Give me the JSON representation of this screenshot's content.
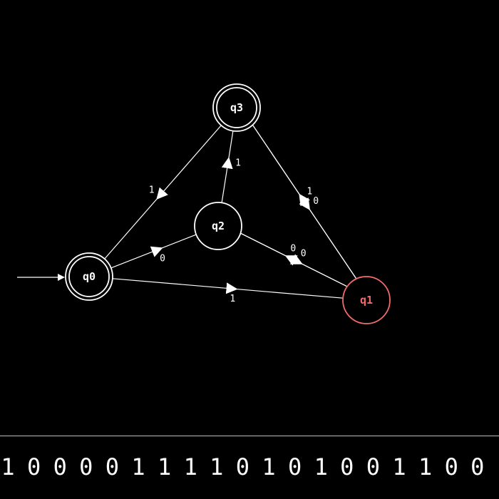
{
  "colors": {
    "background": "#000000",
    "stroke": "#ffffff",
    "active": "#f06b6b",
    "divider": "#bdbdbd"
  },
  "automaton": {
    "start_state": "q0",
    "active_state": "q1",
    "states": [
      {
        "id": "q0",
        "label": "q0",
        "accepting": true
      },
      {
        "id": "q1",
        "label": "q1",
        "accepting": false
      },
      {
        "id": "q2",
        "label": "q2",
        "accepting": false
      },
      {
        "id": "q3",
        "label": "q3",
        "accepting": true
      }
    ],
    "transitions": [
      {
        "from": "q0",
        "to": "q2",
        "symbol": "0"
      },
      {
        "from": "q0",
        "to": "q1",
        "symbol": "1"
      },
      {
        "from": "q3",
        "to": "q0",
        "symbol": "1"
      },
      {
        "from": "q2",
        "to": "q3",
        "symbol": "1"
      },
      {
        "from": "q3",
        "to": "q1",
        "symbol": "0"
      },
      {
        "from": "q1",
        "to": "q3",
        "symbol": "1"
      },
      {
        "from": "q2",
        "to": "q1",
        "symbol": "0"
      },
      {
        "from": "q1",
        "to": "q2",
        "symbol": "0"
      }
    ]
  },
  "tape": {
    "symbols": [
      "1",
      "0",
      "0",
      "0",
      "0",
      "1",
      "1",
      "1",
      "1",
      "0",
      "1",
      "0",
      "1",
      "0",
      "0",
      "1",
      "1",
      "0",
      "0"
    ],
    "current_index": 0
  }
}
